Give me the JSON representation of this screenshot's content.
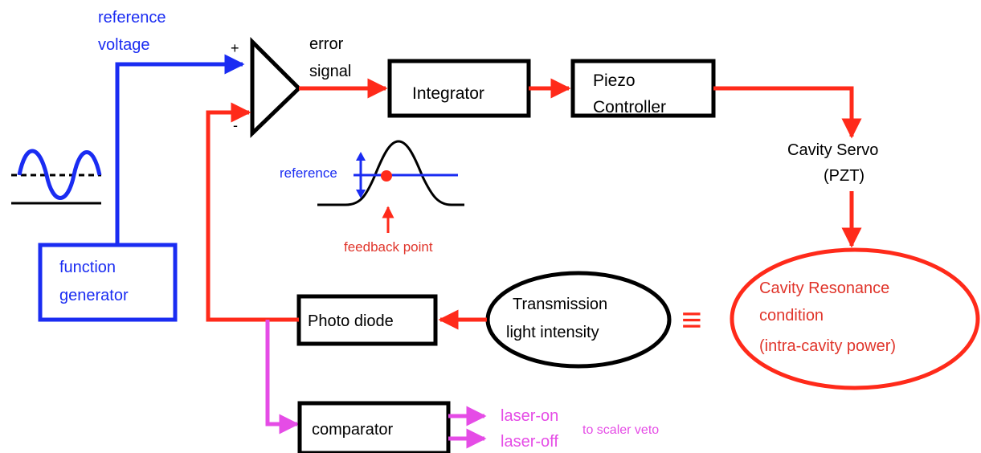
{
  "colors": {
    "blue": "#1a2cf2",
    "red": "#ff2a1a",
    "magenta": "#e54ce6",
    "black": "#000000",
    "label_red": "#e0352b"
  },
  "labels": {
    "reference_voltage_line1": "reference",
    "reference_voltage_line2": "voltage",
    "plus_sign": "+",
    "minus_sign": "-",
    "error_signal_line1": "error",
    "error_signal_line2": "signal",
    "integrator": "Integrator",
    "piezo_line1": "Piezo",
    "piezo_line2": "Controller",
    "cavity_servo_line1": "Cavity Servo",
    "cavity_servo_line2": "(PZT)",
    "function_generator_line1": "function",
    "function_generator_line2": "generator",
    "inset_reference": "reference",
    "inset_feedback_point": "feedback point",
    "photo_diode": "Photo diode",
    "transmission_line1": "Transmission",
    "transmission_line2": "light intensity",
    "equivalence_symbol": "≡",
    "resonance_line1": "Cavity Resonance",
    "resonance_line2": "condition",
    "resonance_line3": "(intra-cavity power)",
    "comparator": "comparator",
    "laser_on": "laser-on",
    "laser_off": "laser-off",
    "to_scaler_veto": "to scaler veto"
  }
}
